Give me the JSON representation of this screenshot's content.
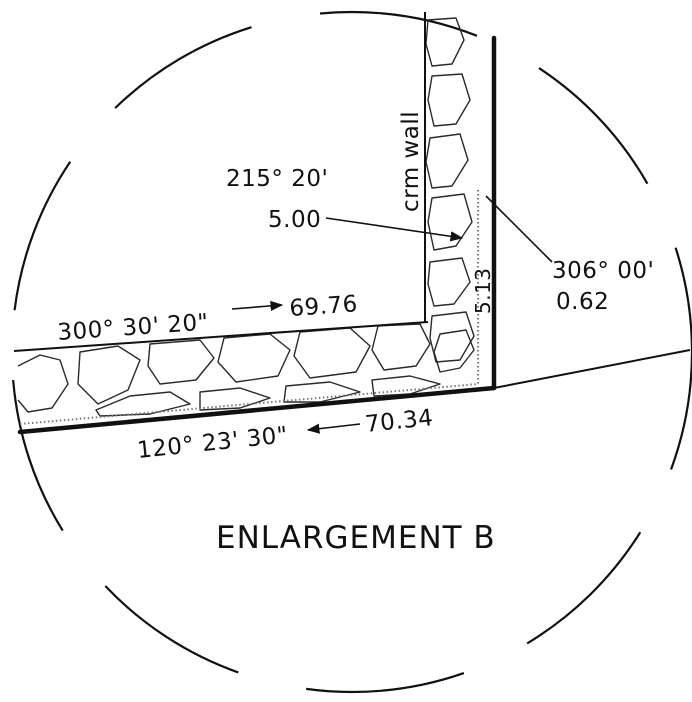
{
  "colors": {
    "ink": "#111111",
    "paper": "#ffffff"
  },
  "labels": {
    "crm_wall": "crm wall",
    "bearing_top": "215° 20'",
    "distance_top": "5.00",
    "bearing_right": "306° 00'",
    "distance_right": "0.62",
    "vertical_dim": "5.13",
    "bearing_upper_line": "300° 30' 20\"",
    "distance_upper_line": "69.76",
    "bearing_lower_line": "120° 23' 30\"",
    "distance_lower_line": "70.34",
    "title": "ENLARGEMENT B"
  }
}
